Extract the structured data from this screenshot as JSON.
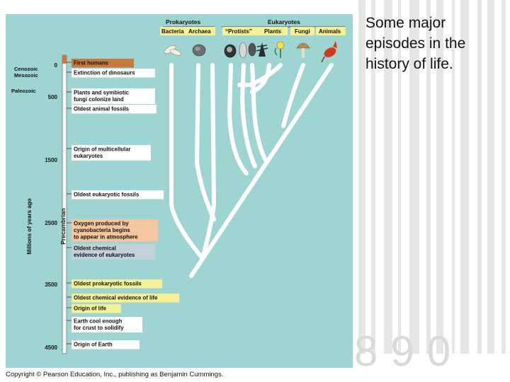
{
  "caption": "Some major episodes in the history of life.",
  "copyright": "Copyright © Pearson Education, Inc., publishing as Benjamin Cummings.",
  "background_number": "890",
  "colors": {
    "figure_bg": "#9ed5d3",
    "branch": "#ffffff",
    "event_white": "#ffffff",
    "event_brown": "#c87a3a",
    "event_yellow": "#f6f196",
    "event_peach": "#f7c59e",
    "event_grey": "#c3d1da"
  },
  "header": {
    "prokaryotes": "Prokaryotes",
    "eukaryotes": "Eukaryotes",
    "groups": [
      "Bacteria",
      "Archaea",
      "“Protists”",
      "Plants",
      "Fungi",
      "Animals"
    ]
  },
  "axis": {
    "label": "Millions of years ago",
    "ticks": [
      "0",
      "500",
      "1500",
      "2500",
      "3500",
      "4500"
    ],
    "eras": [
      "Cenozoic",
      "Mesozoic",
      "Paleozoic"
    ],
    "precambrian": "Precambrian"
  },
  "events": [
    {
      "lines": [
        "First humans"
      ],
      "color": "brown"
    },
    {
      "lines": [
        "Extinction of dinosaurs"
      ],
      "color": "white"
    },
    {
      "lines": [
        "Plants and symbiotic",
        "fungi colonize land"
      ],
      "color": "white"
    },
    {
      "lines": [
        "Oldest animal fossils"
      ],
      "color": "white"
    },
    {
      "lines": [
        "Origin of multicellular",
        "eukaryotes"
      ],
      "color": "white"
    },
    {
      "lines": [
        "Oldest eukaryotic fossils"
      ],
      "color": "white"
    },
    {
      "lines": [
        "Oxygen produced by",
        "cyanobacteria begins",
        "to appear in atmosphere"
      ],
      "color": "peach"
    },
    {
      "lines": [
        "Oldest chemical",
        "evidence of eukaryotes"
      ],
      "color": "grey"
    },
    {
      "lines": [
        "Oldest prokaryotic fossils"
      ],
      "color": "yellow"
    },
    {
      "lines": [
        "Oldest chemical evidence of life"
      ],
      "color": "yellow"
    },
    {
      "lines": [
        "Origin of life"
      ],
      "color": "yellow"
    },
    {
      "lines": [
        "Earth cool enough",
        "for crust to solidify"
      ],
      "color": "white"
    },
    {
      "lines": [
        "Origin of Earth"
      ],
      "color": "white"
    }
  ],
  "organism_icons": [
    "bacteria-icon",
    "archaea-icon",
    "protist-icon",
    "protist-icon",
    "protist-icon",
    "plant-icon",
    "flower-icon",
    "mushroom-icon",
    "cardinal-bird-icon"
  ]
}
